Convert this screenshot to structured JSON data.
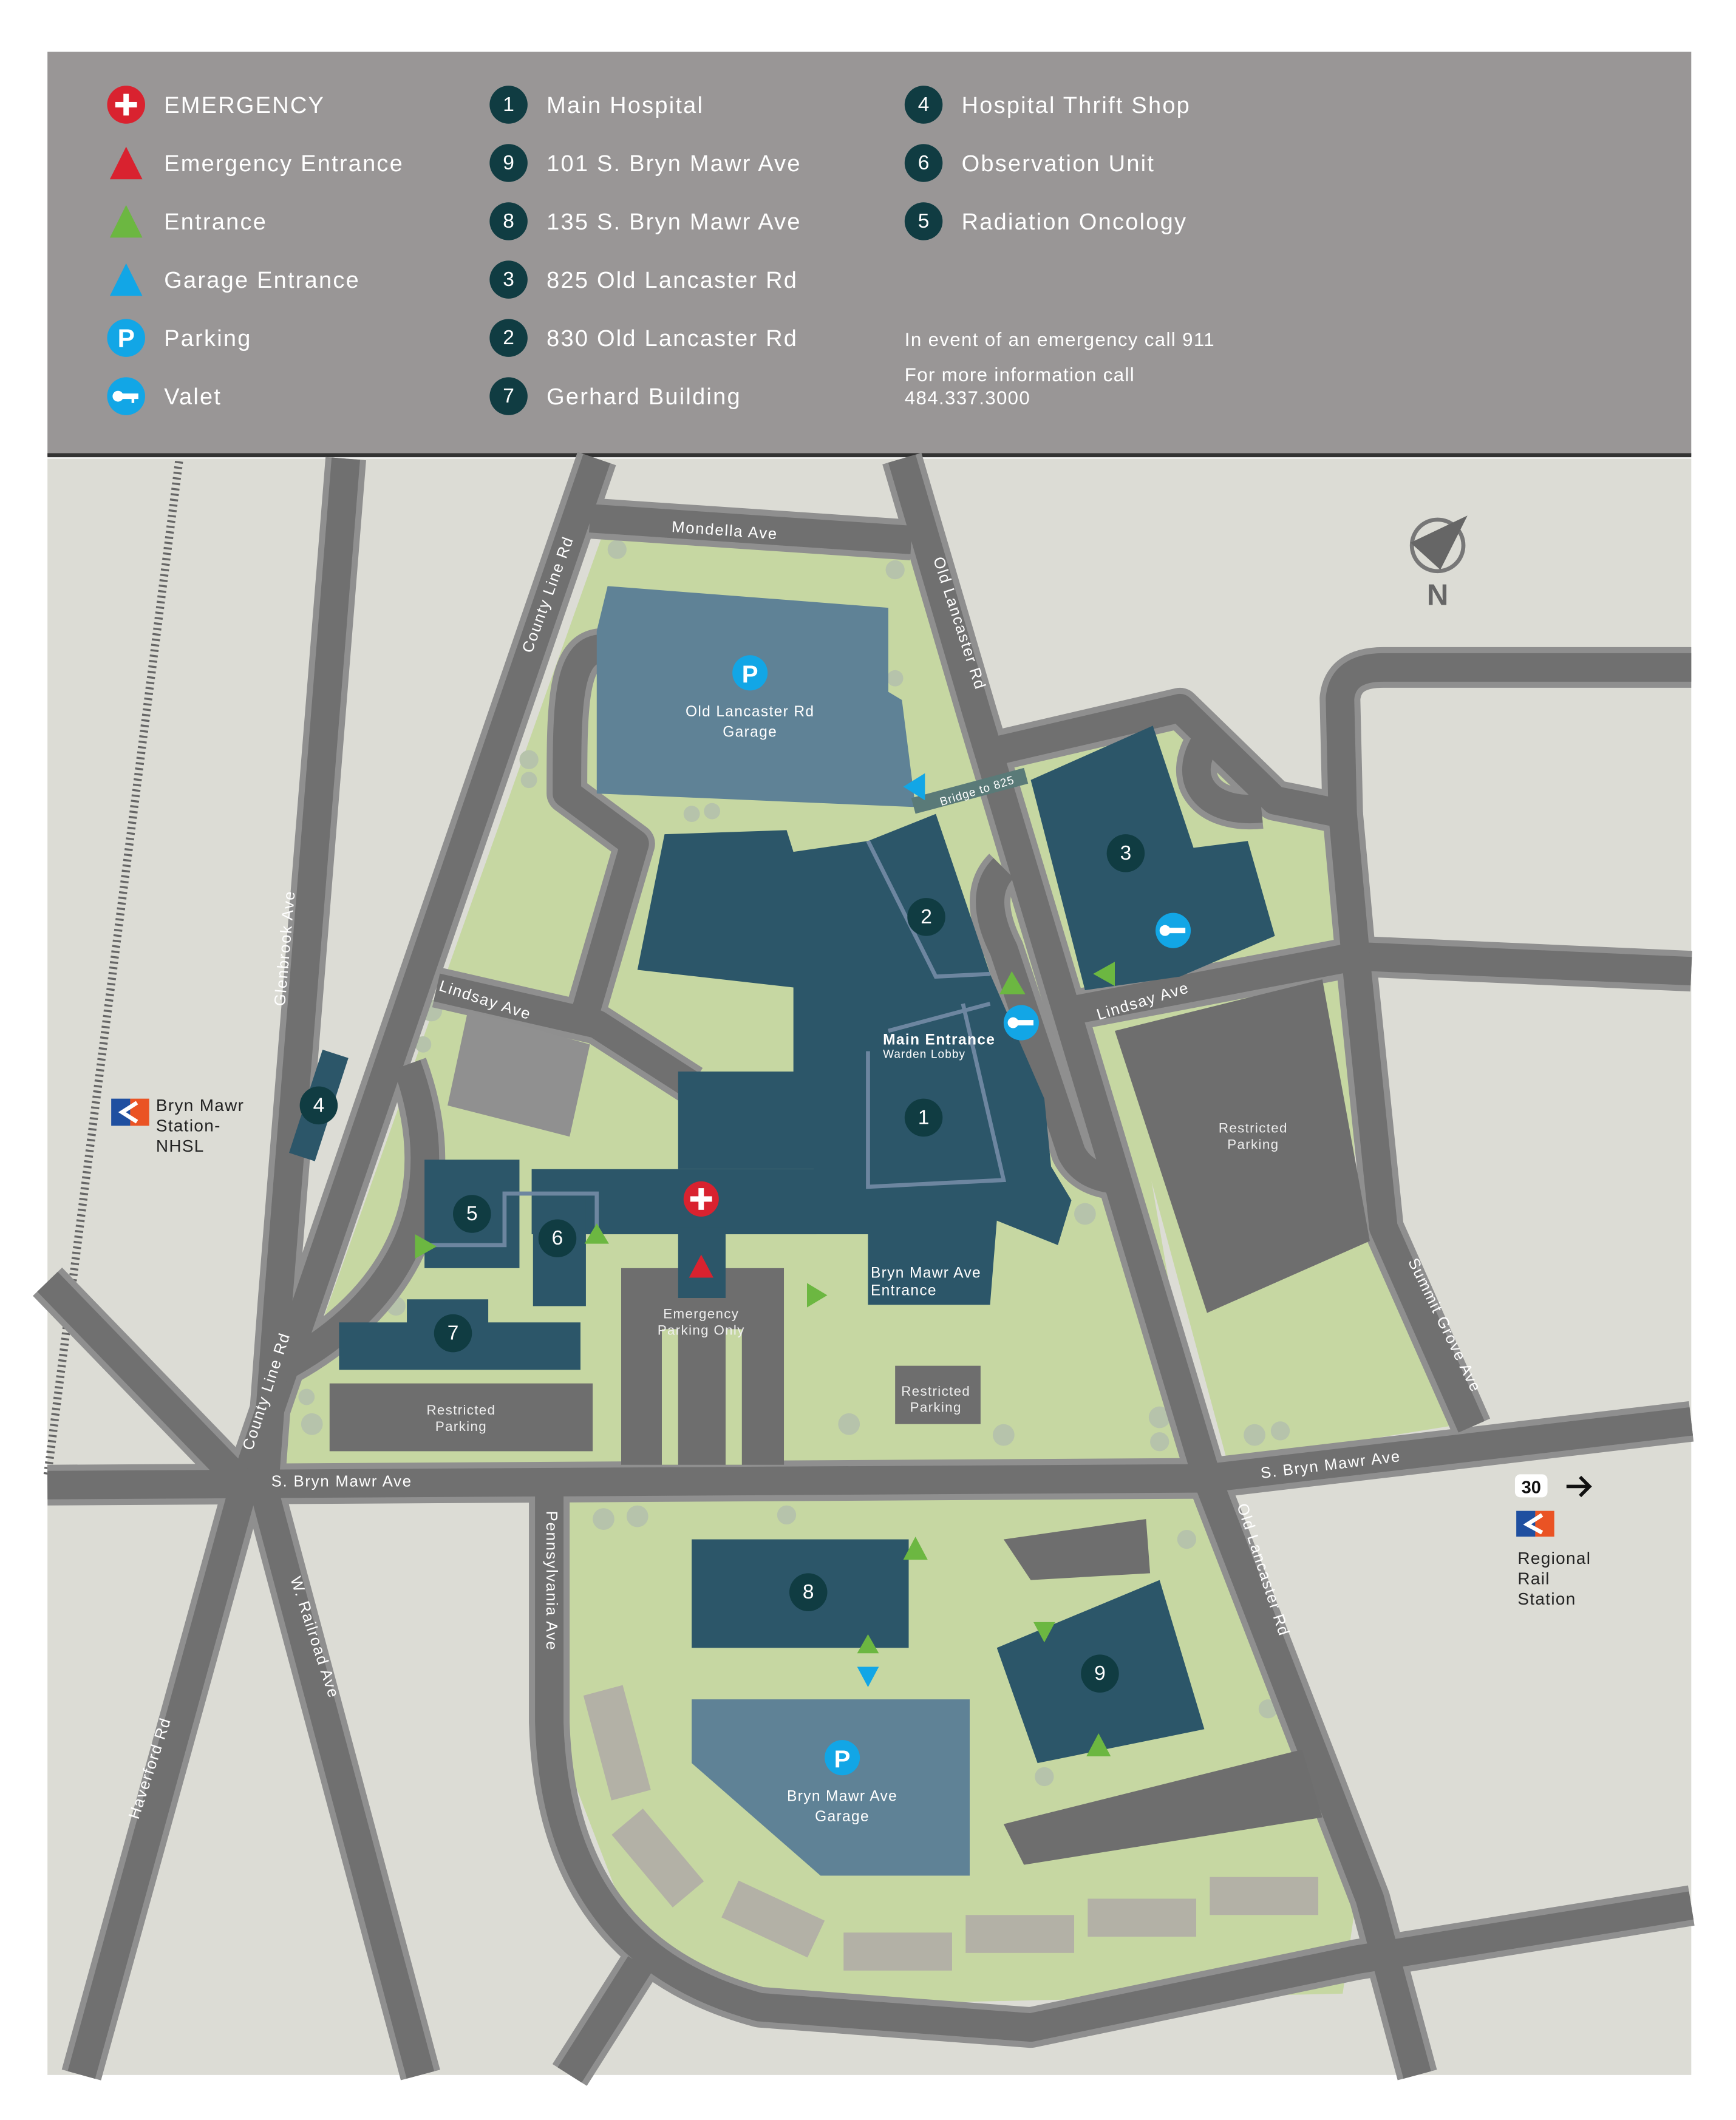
{
  "legend": {
    "symbols": [
      {
        "icon": "emergency-cross-icon",
        "label": "EMERGENCY"
      },
      {
        "icon": "red-triangle-icon",
        "label": "Emergency Entrance"
      },
      {
        "icon": "green-triangle-icon",
        "label": "Entrance"
      },
      {
        "icon": "blue-triangle-icon",
        "label": "Garage Entrance"
      },
      {
        "icon": "parking-icon",
        "label": "Parking",
        "glyph": "P"
      },
      {
        "icon": "valet-key-icon",
        "label": "Valet"
      }
    ],
    "buildings": [
      {
        "num": "1",
        "label": "Main Hospital"
      },
      {
        "num": "9",
        "label": "101 S. Bryn Mawr Ave"
      },
      {
        "num": "8",
        "label": "135 S. Bryn Mawr Ave"
      },
      {
        "num": "3",
        "label": "825 Old Lancaster Rd"
      },
      {
        "num": "2",
        "label": "830 Old Lancaster Rd"
      },
      {
        "num": "7",
        "label": "Gerhard Building"
      },
      {
        "num": "4",
        "label": "Hospital Thrift Shop"
      },
      {
        "num": "6",
        "label": "Observation Unit"
      },
      {
        "num": "5",
        "label": "Radiation Oncology"
      }
    ],
    "contact": {
      "emergency": "In event of an emergency call 911",
      "info": "For more information call",
      "phone": "484.337.3000"
    }
  },
  "colors": {
    "legend_bg": "#999696",
    "land": "#dcdcd5",
    "grass": "#c6d7a2",
    "road": "#707070",
    "road_edge": "#8f8f8f",
    "building": "#2c5669",
    "garage": "#5f8296",
    "marker": "#103c42",
    "emergency": "#d9222f",
    "entrance": "#6cb741",
    "garage_entrance": "#12a6e6"
  },
  "roads": {
    "mondella": "Mondella Ave",
    "county_line_n": "County Line Rd",
    "county_line_s": "County Line Rd",
    "old_lancaster_n": "Old Lancaster Rd",
    "old_lancaster_s": "Old Lancaster Rd",
    "glenbrook": "Glenbrook Ave",
    "lindsay_w": "Lindsay Ave",
    "lindsay_e": "Lindsay Ave",
    "bryn_mawr_w": "S. Bryn Mawr Ave",
    "bryn_mawr_e": "S. Bryn Mawr Ave",
    "pennsylvania": "Pennsylvania Ave",
    "railroad": "W. Railroad Ave",
    "haverford": "Haverford Rd",
    "summit_grove": "Summit Grove Ave",
    "bridge": "Bridge to 825"
  },
  "places": {
    "garage_north": [
      "Old Lancaster Rd",
      "Garage"
    ],
    "garage_south": [
      "Bryn Mawr Ave",
      "Garage"
    ],
    "main_entrance": "Main Entrance",
    "warden_lobby": "Warden Lobby",
    "bm_entrance": [
      "Bryn Mawr Ave",
      "Entrance"
    ],
    "emergency_parking": [
      "Emergency",
      "Parking Only"
    ],
    "restricted_parking": [
      "Restricted",
      "Parking"
    ],
    "station_nhsl": [
      "Bryn Mawr",
      "Station-",
      "NHSL"
    ],
    "regional_rail": [
      "Regional",
      "Rail",
      "Station"
    ],
    "route_shield": "30",
    "compass": "N"
  },
  "markers": [
    "1",
    "2",
    "3",
    "4",
    "5",
    "6",
    "7",
    "8",
    "9"
  ]
}
